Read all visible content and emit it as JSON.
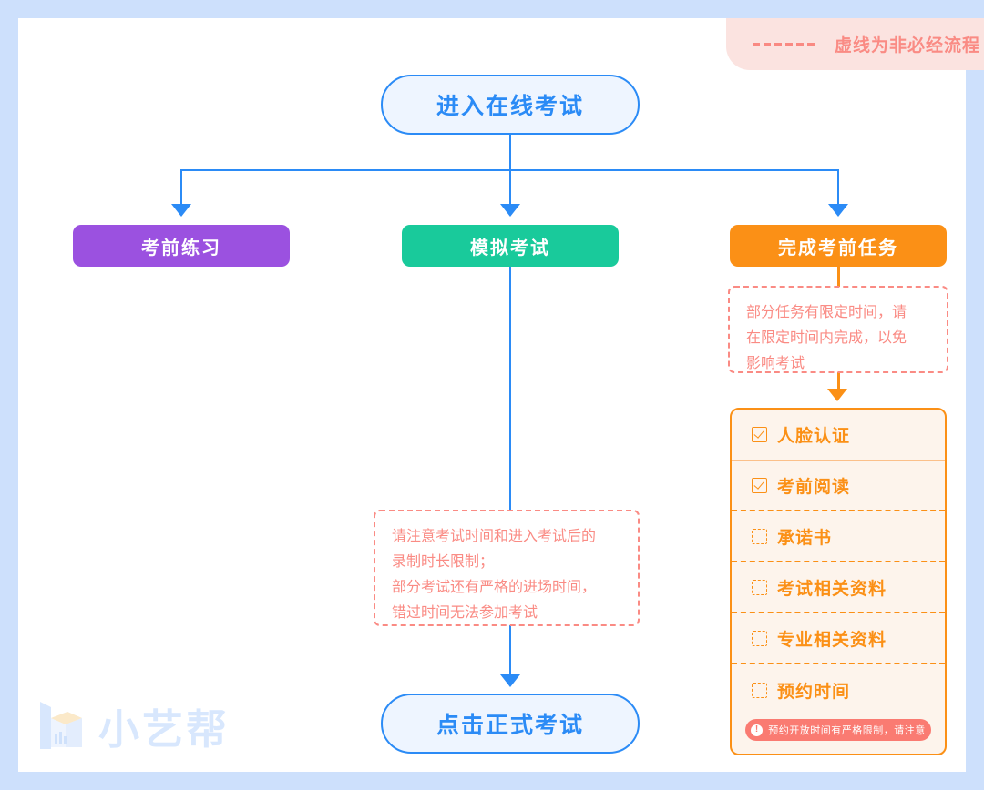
{
  "legend": {
    "dash_icon": "dashed-line-icon",
    "text": "虚线为非必经流程"
  },
  "nodes": {
    "start": "进入在线考试",
    "practice": "考前练习",
    "mock": "模拟考试",
    "tasks": "完成考前任务",
    "final": "点击正式考试"
  },
  "notes": {
    "tasks_note": {
      "lines": [
        "部分任务有限定时间，请",
        "在限定时间内完成，以免",
        "影响考试"
      ]
    },
    "mock_note": {
      "lines": [
        "请注意考试时间和进入考试后的",
        "录制时长限制；",
        "部分考试还有严格的进场时间，",
        "错过时间无法参加考试"
      ]
    }
  },
  "checklist": {
    "items": [
      {
        "label": "人脸认证",
        "checked": true,
        "separator": "solid"
      },
      {
        "label": "考前阅读",
        "checked": true,
        "separator": "dashed"
      },
      {
        "label": "承诺书",
        "checked": false,
        "separator": "dashed"
      },
      {
        "label": "考试相关资料",
        "checked": false,
        "separator": "dashed"
      },
      {
        "label": "专业相关资料",
        "checked": false,
        "separator": "dashed"
      },
      {
        "label": "预约时间",
        "checked": false,
        "separator": "none"
      }
    ],
    "warning": {
      "icon": "exclamation-icon",
      "symbol": "!",
      "text": "预约开放时间有严格限制，请注意"
    }
  },
  "logo": {
    "name": "小艺帮",
    "icon": "cube-logo-icon"
  },
  "colors": {
    "page_frame": "#cde0fc",
    "blue": "#2b8bf6",
    "purple": "#9b51e0",
    "green": "#19ca9b",
    "orange": "#fb9016",
    "red": "#fa8b84"
  }
}
